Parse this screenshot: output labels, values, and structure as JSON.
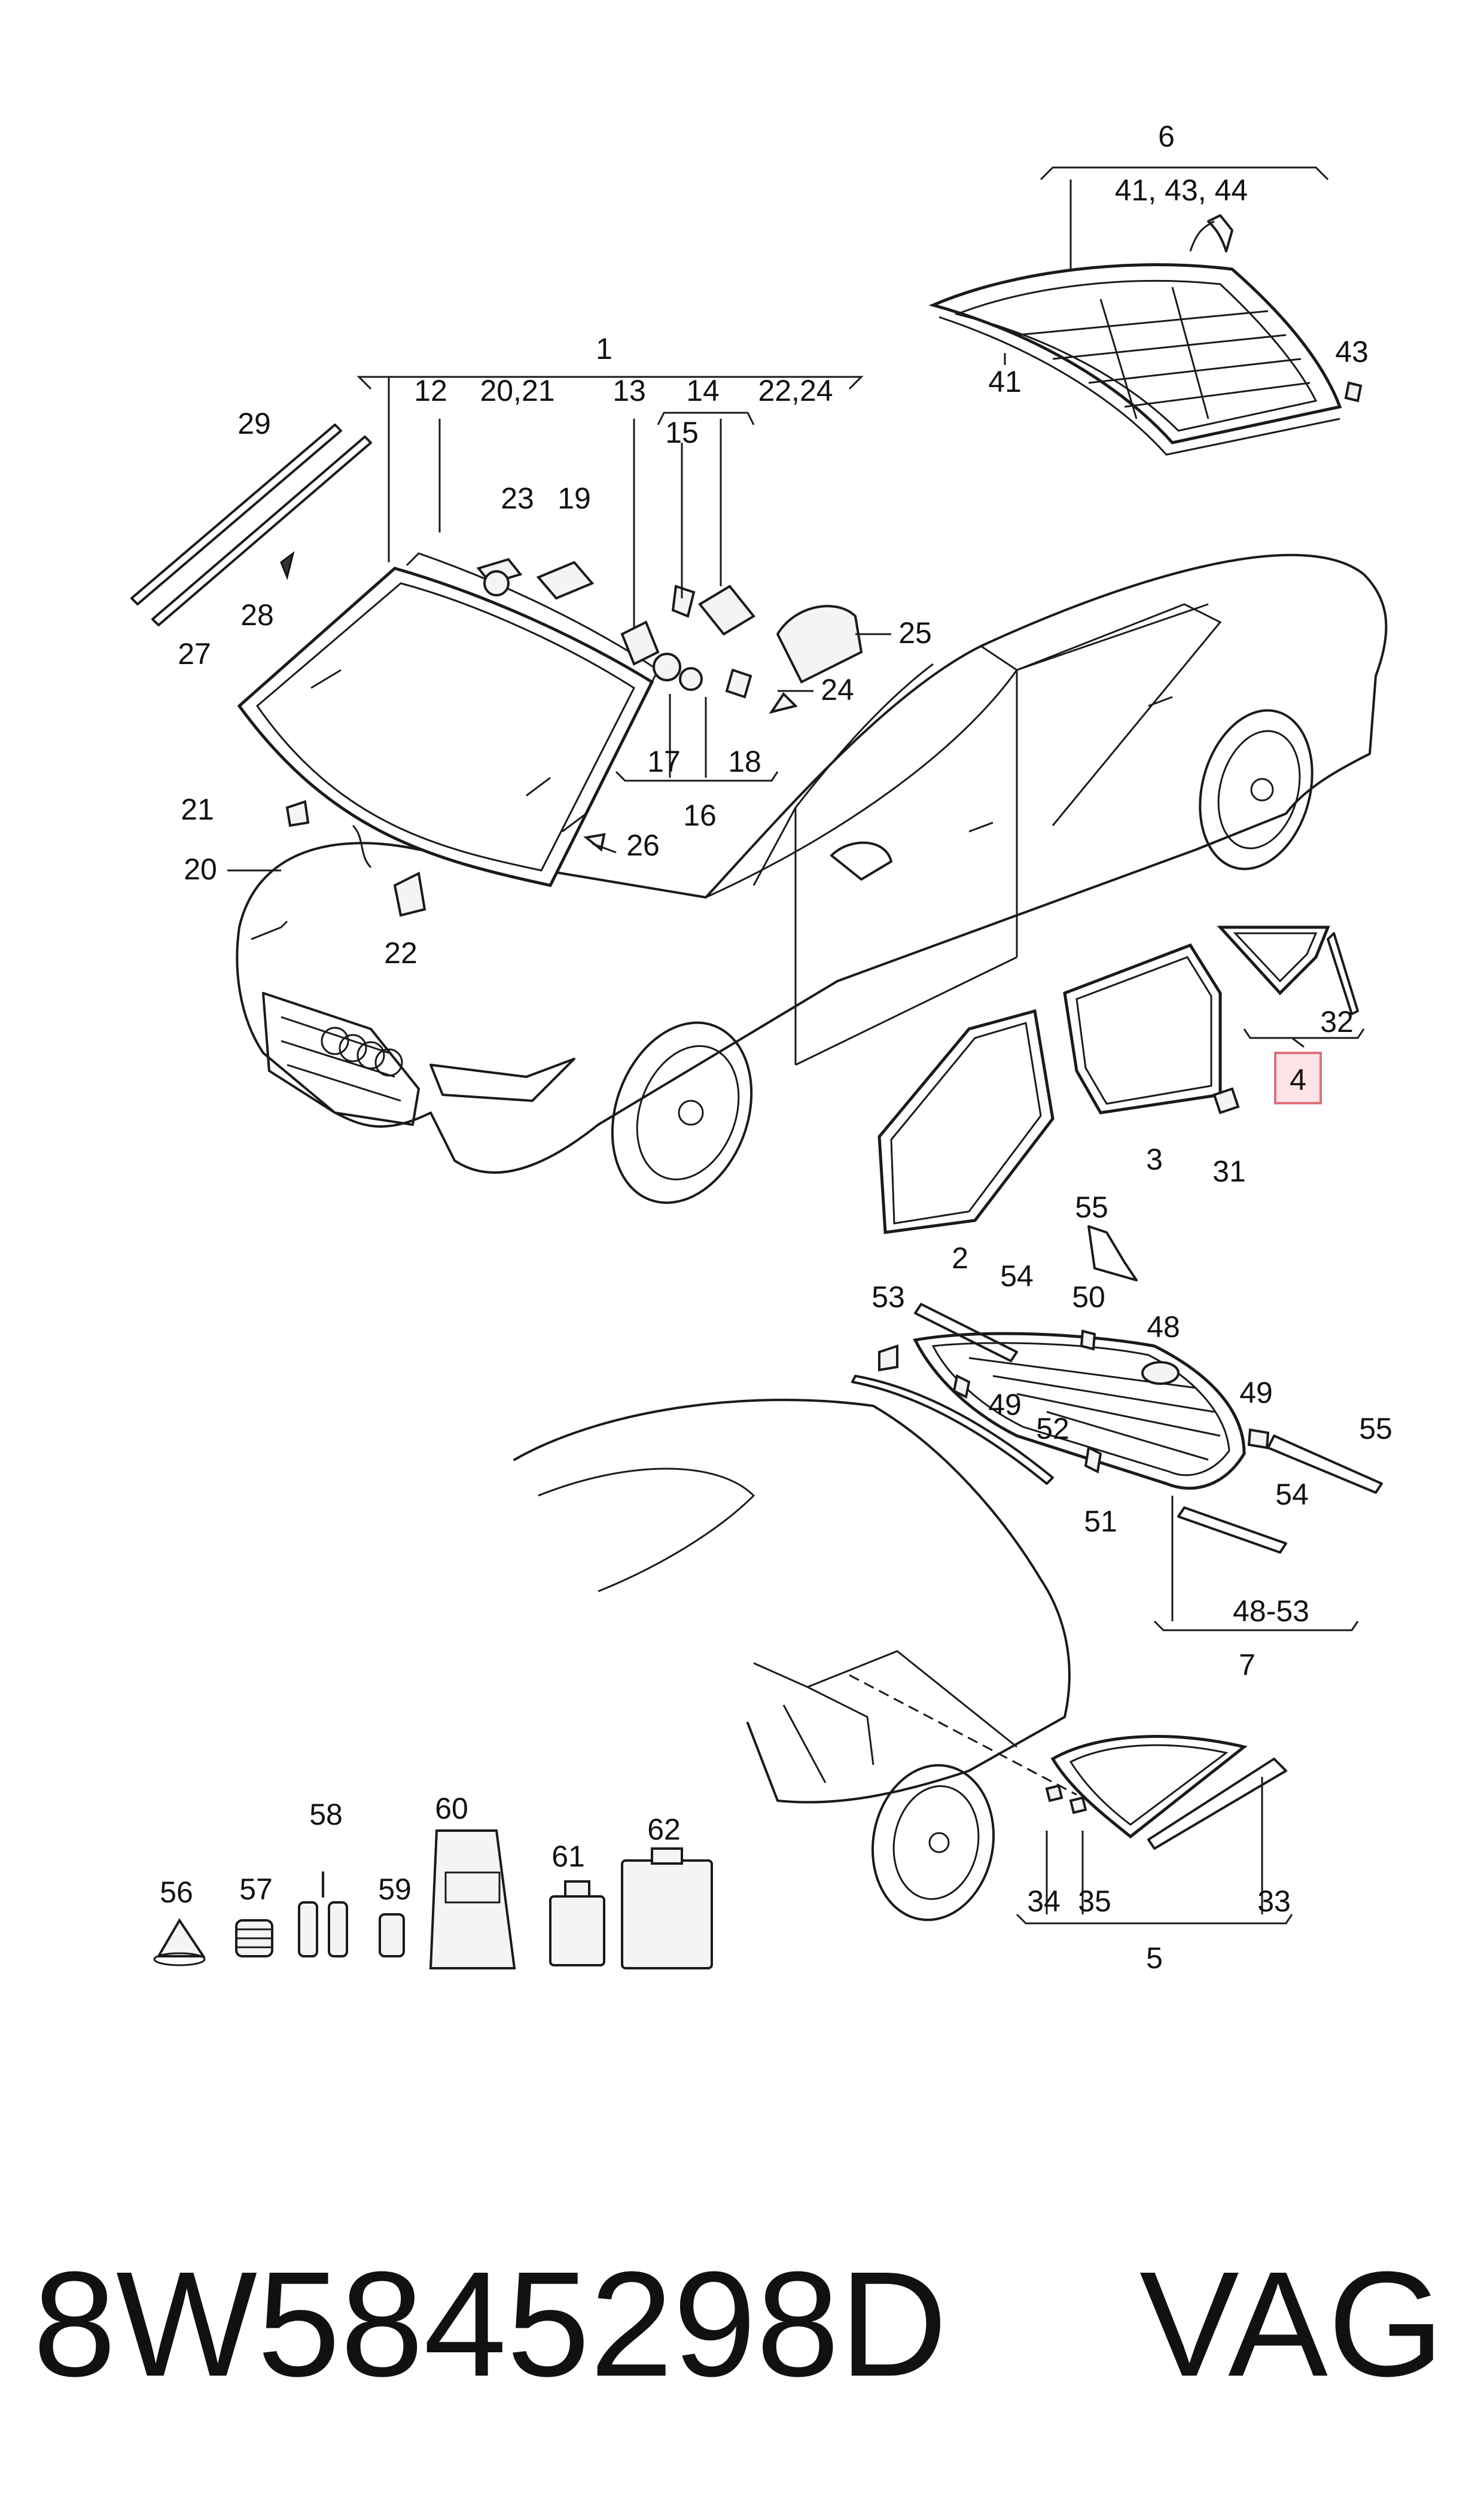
{
  "callouts": {
    "c1": "1",
    "c2": "2",
    "c3": "3",
    "c4": "4",
    "c5": "5",
    "c6": "6",
    "c7": "7",
    "c12": "12",
    "c13": "13",
    "c14": "14",
    "c15": "15",
    "c16": "16",
    "c17": "17",
    "c18": "18",
    "c19": "19",
    "c20": "20",
    "c21": "21",
    "c22": "22",
    "c23": "23",
    "c24": "24",
    "c25": "25",
    "c26": "26",
    "c27": "27",
    "c28": "28",
    "c29": "29",
    "c31": "31",
    "c32": "32",
    "c33": "33",
    "c34": "34",
    "c35": "35",
    "c41": "41",
    "c43": "43",
    "c48": "48",
    "c49a": "49",
    "c49b": "49",
    "c50": "50",
    "c51": "51",
    "c52": "52",
    "c53": "53",
    "c54a": "54",
    "c54b": "54",
    "c55a": "55",
    "c55b": "55",
    "c56": "56",
    "c57": "57",
    "c58": "58",
    "c59": "59",
    "c60": "60",
    "c61": "61",
    "c62": "62",
    "c20_21": "20,21",
    "c22_24": "22,24",
    "c41_43_44": "41, 43, 44",
    "c48_53": "48-53"
  },
  "highlighted_callout": "4",
  "highlight_color": "#fde3e6",
  "footer": {
    "part_number": "8W5845298D",
    "brand": "VAG"
  }
}
